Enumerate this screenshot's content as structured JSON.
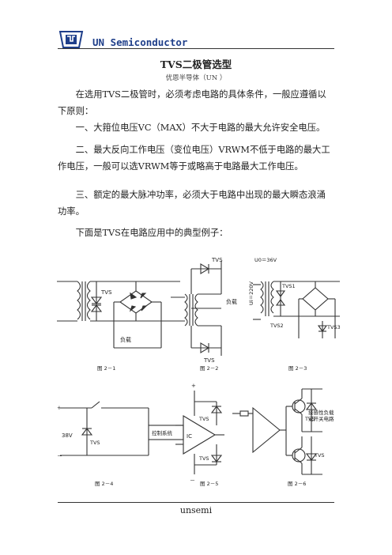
{
  "header": {
    "brand": "UN Semiconductor"
  },
  "doc": {
    "title": "TVS二极管选型",
    "subtitle": "优恩半导体（UN ）",
    "paragraphs": [
      "在选用TVS二极管时，必须考虑电路的具体条件，一般应遵循以下原则：",
      "一、大箝位电压VC（MAX）不大于电路的最大允许安全电压。",
      "二、最大反向工作电压（变位电压）VRWM不低于电路的最大工作电压，一般可以选VRWM等于或略高于电路最大工作电压。",
      "三、额定的最大脉冲功率，必须大于电路中出现的最大瞬态浪涌功率。",
      "下面是TVS在电路应用中的典型例子："
    ]
  },
  "figures": {
    "f1": {
      "caption": "图 2－1",
      "tvs": "TVS",
      "load": "负载"
    },
    "f2": {
      "caption": "图 2－2",
      "tvs_top": "TVS",
      "tvs_bottom": "TVS",
      "load": "负载"
    },
    "f3": {
      "caption": "图 2－3",
      "u0": "U0＝36V",
      "ui": "Ui＝220V",
      "tvs1": "TVS1",
      "tvs2": "TVS2",
      "tvs3": "TVS3"
    },
    "f4": {
      "caption": "图 2－4",
      "voltage": "38V",
      "plus": "+",
      "minus": "－",
      "tvs": "TVS",
      "box": "控制系统"
    },
    "f5": {
      "caption": "图 2－5",
      "plus": "+",
      "minus": "－",
      "ic": "IC",
      "tvs_top": "TVS",
      "tvs_bottom": "TVS"
    },
    "f6": {
      "caption": "图 2－6",
      "tvs_top": "TVS",
      "tvs_bottom": "TVS",
      "load_line1": "接感性负载",
      "load_line2": "或开关电路"
    }
  },
  "footer": {
    "text": "unsemi"
  },
  "colors": {
    "brand": "#1f3f8a"
  }
}
